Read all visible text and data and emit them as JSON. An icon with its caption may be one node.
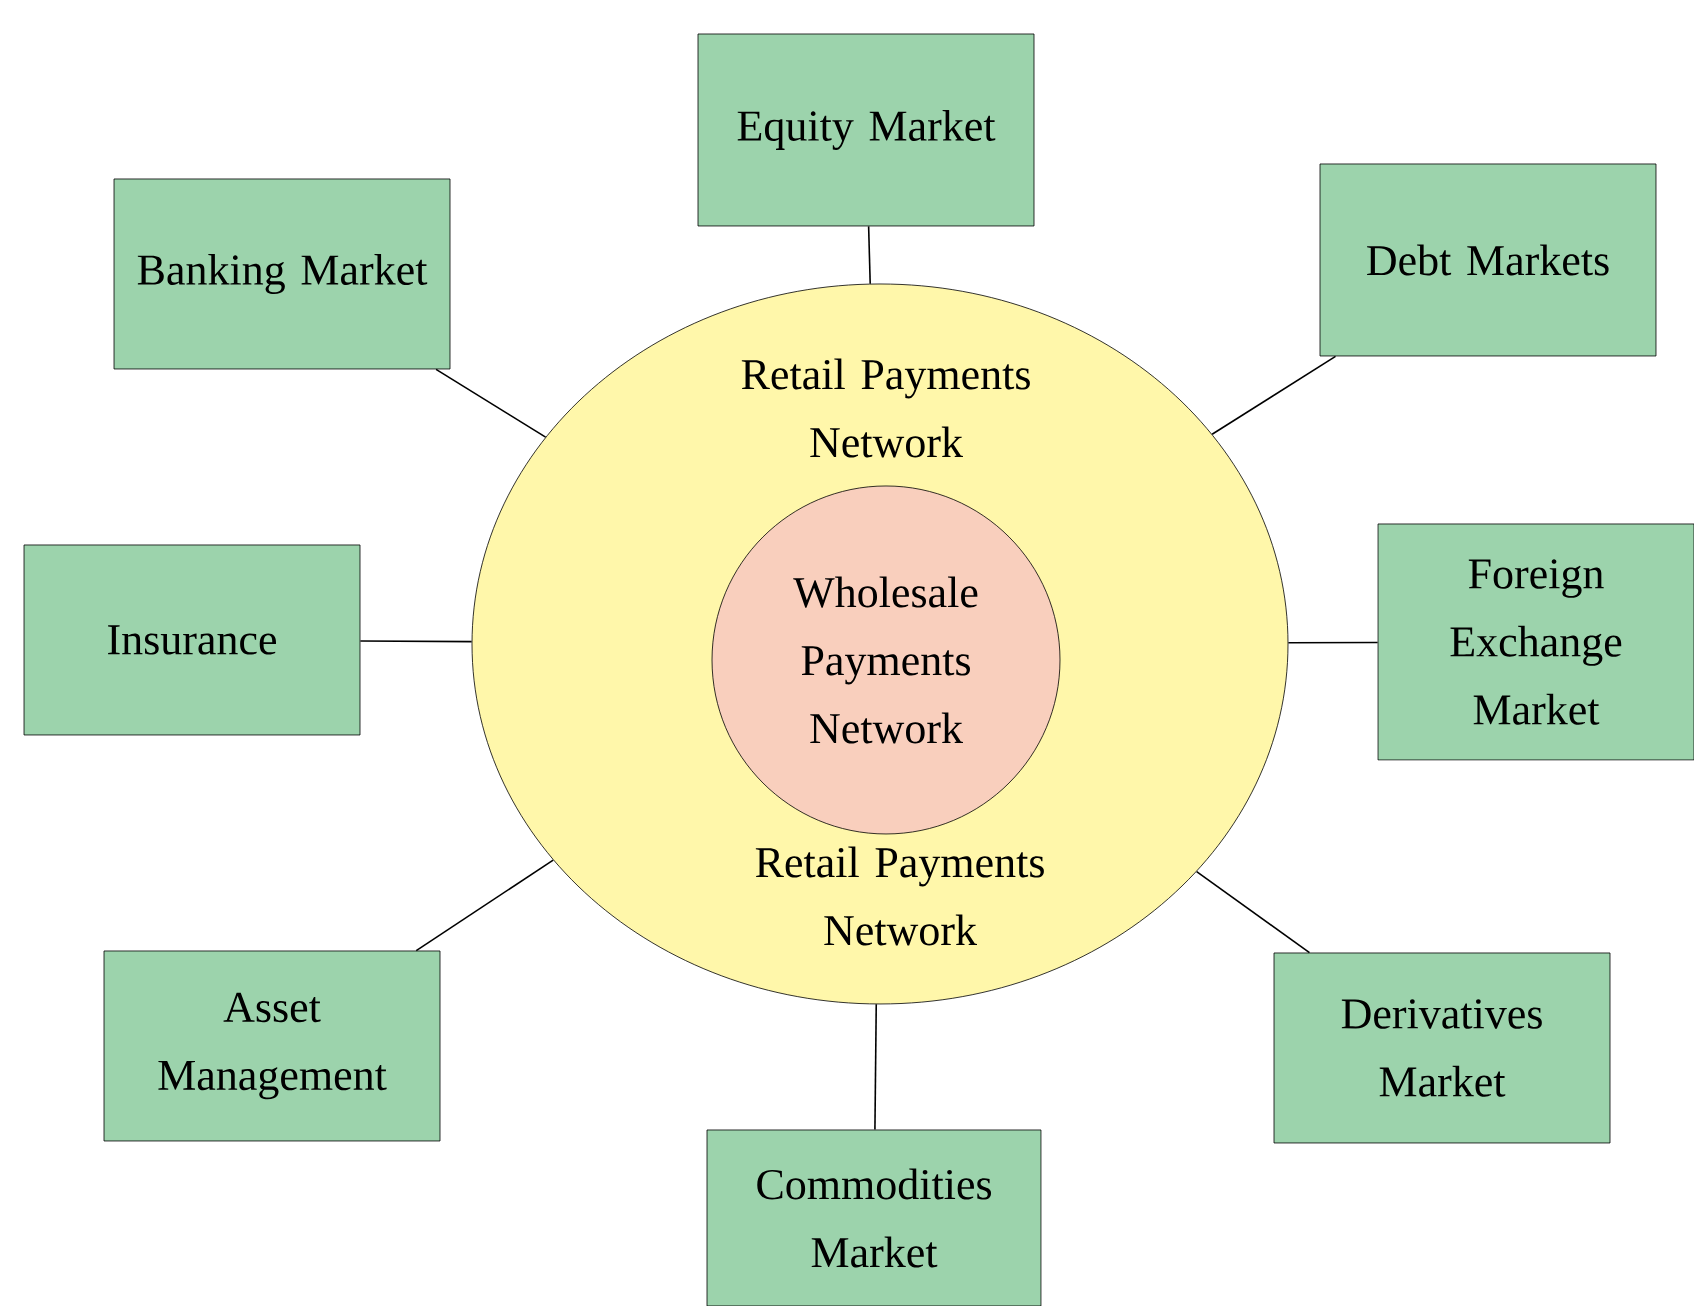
{
  "diagram": {
    "nodes": [
      {
        "text": [
          "Retail Payments Network",
          "Retail Payments Network"
        ]
      },
      {
        "text": [
          "Wholesale Payments Network"
        ],
        "in": 0
      },
      {
        "text": [
          "Equity Market"
        ]
      },
      {
        "text": [
          "Banking Market"
        ]
      },
      {
        "text": [
          "Debt Markets"
        ]
      },
      {
        "text": [
          "Insurance"
        ]
      },
      {
        "text": [
          "Foreign Exchange Market"
        ]
      },
      {
        "text": [
          "Asset Management"
        ]
      },
      {
        "text": [
          "Derivatives Market"
        ]
      },
      {
        "text": [
          "Commodities Market"
        ]
      }
    ],
    "edges": [
      {
        "from": 0,
        "to": 2,
        "arrow": "none"
      },
      {
        "from": 0,
        "to": 3,
        "arrow": "none"
      },
      {
        "from": 0,
        "to": 4,
        "arrow": "none"
      },
      {
        "from": 0,
        "to": 5,
        "arrow": "none"
      },
      {
        "from": 0,
        "to": 6,
        "arrow": "none"
      },
      {
        "from": 0,
        "to": 7,
        "arrow": "none"
      },
      {
        "from": 0,
        "to": 8,
        "arrow": "none"
      },
      {
        "from": 0,
        "to": 9,
        "arrow": "none"
      }
    ]
  }
}
